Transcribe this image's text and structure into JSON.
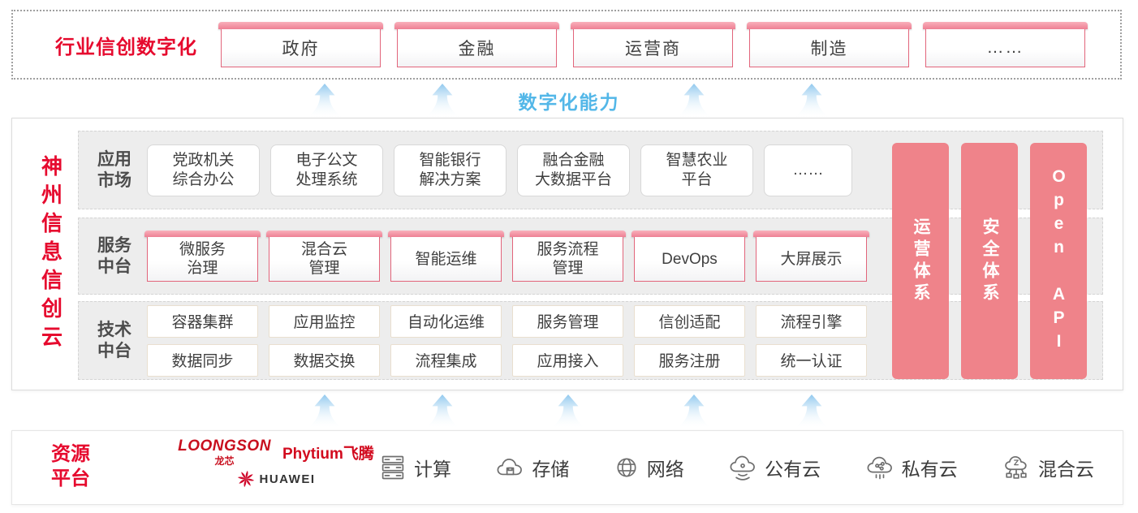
{
  "colors": {
    "brand_red": "#e60a2e",
    "box_border_red": "#e2657b",
    "tab_cap_pink": "#ee8094",
    "pillar_pink": "#ef838a",
    "capability_blue": "#53b7e8",
    "arrow_blue": "#8fc8ee",
    "row_bg_gray": "#ededed",
    "text_dark": "#3f3f3f"
  },
  "top_band": {
    "label": "行业信创数字化",
    "industries": [
      "政府",
      "金融",
      "运营商",
      "制造",
      "……"
    ]
  },
  "capability_band": {
    "label": "数字化能力"
  },
  "main": {
    "vertical_title": "神州信息信创云",
    "app_row": {
      "label": [
        "应用",
        "市场"
      ],
      "items": [
        [
          "党政机关",
          "综合办公"
        ],
        [
          "电子公文",
          "处理系统"
        ],
        [
          "智能银行",
          "解决方案"
        ],
        [
          "融合金融",
          "大数据平台"
        ],
        [
          "智慧农业",
          "平台"
        ],
        [
          "……",
          ""
        ]
      ]
    },
    "service_row": {
      "label": [
        "服务",
        "中台"
      ],
      "items": [
        [
          "微服务",
          "治理"
        ],
        [
          "混合云",
          "管理"
        ],
        [
          "智能运维",
          ""
        ],
        [
          "服务流程",
          "管理"
        ],
        [
          "DevOps",
          ""
        ],
        [
          "大屏展示",
          ""
        ]
      ]
    },
    "tech_row": {
      "label": [
        "技术",
        "中台"
      ],
      "items_top": [
        "容器集群",
        "应用监控",
        "自动化运维",
        "服务管理",
        "信创适配",
        "流程引擎"
      ],
      "items_bottom": [
        "数据同步",
        "数据交换",
        "流程集成",
        "应用接入",
        "服务注册",
        "统一认证"
      ]
    },
    "pillars": [
      "运营体系",
      "安全体系",
      "Open API"
    ]
  },
  "bottom_band": {
    "label": [
      "资源",
      "平台"
    ],
    "vendors": {
      "loongson_en": "LOONGSON",
      "loongson_zh": "龙芯",
      "phytium_en": "Phytium",
      "phytium_zh": "飞腾",
      "huawei": "HUAWEI"
    },
    "resources": [
      {
        "icon": "compute-icon",
        "label": "计算"
      },
      {
        "icon": "storage-icon",
        "label": "存储"
      },
      {
        "icon": "network-icon",
        "label": "网络"
      },
      {
        "icon": "public-cloud-icon",
        "label": "公有云"
      },
      {
        "icon": "private-cloud-icon",
        "label": "私有云"
      },
      {
        "icon": "hybrid-cloud-icon",
        "label": "混合云"
      }
    ]
  }
}
